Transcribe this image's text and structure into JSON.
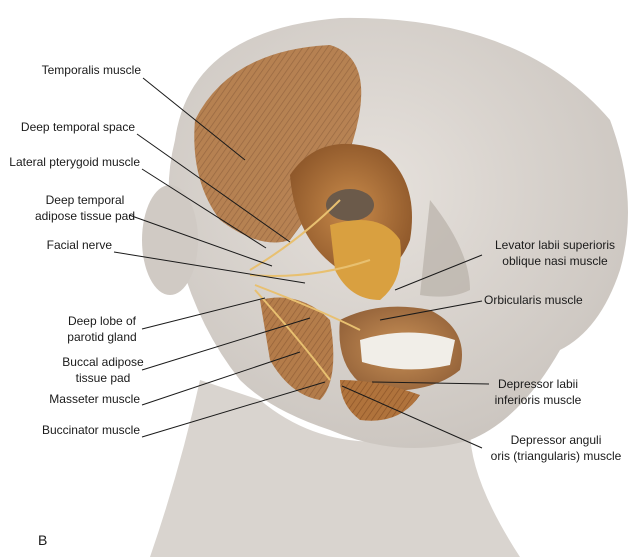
{
  "figure": {
    "panel_letter": "B",
    "labels_left": {
      "temporalis": "Temporalis muscle",
      "deep_temporal_space": "Deep temporal space",
      "lateral_pterygoid": "Lateral pterygoid muscle",
      "deep_temporal_pad_1": "Deep temporal",
      "deep_temporal_pad_2": "adipose tissue pad",
      "facial_nerve": "Facial nerve",
      "deep_lobe_1": "Deep lobe of",
      "deep_lobe_2": "parotid gland",
      "buccal_pad_1": "Buccal adipose",
      "buccal_pad_2": "tissue pad",
      "masseter": "Masseter muscle",
      "buccinator": "Buccinator muscle"
    },
    "labels_right": {
      "levator_1": "Levator labii superioris",
      "levator_2": "oblique nasi muscle",
      "orbicularis": "Orbicularis muscle",
      "depressor_labii_1": "Depressor labii",
      "depressor_labii_2": "inferioris muscle",
      "depressor_anguli_1": "Depressor anguli",
      "depressor_anguli_2": "oris (triangularis) muscle"
    }
  }
}
